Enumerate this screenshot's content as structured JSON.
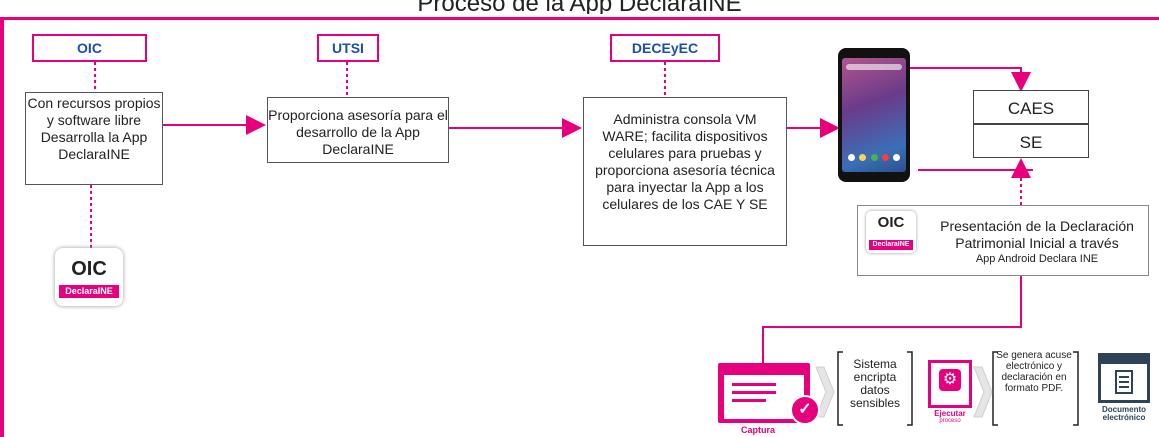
{
  "title_fragment": "Proceso de la App DeclaraINE",
  "actors": {
    "oic": "OIC",
    "utsi": "UTSI",
    "decevec": "DECEyEC"
  },
  "steps": {
    "oic": "Con recursos propios y software libre Desarrolla la App DeclaraINE",
    "utsi": "Proporciona asesoría para el desarrollo de la App DeclaraINE",
    "decevec": "Administra consola VM WARE; facilita dispositivos celulares para pruebas y proporciona asesoría técnica para inyectar la App a los celulares de los CAE Y SE"
  },
  "outputs": {
    "caes": "CAES",
    "se": "SE"
  },
  "presentation": {
    "line1": "Presentación de la Declaración Patrimonial  Inicial a través",
    "line2": "App Android   Declara INE"
  },
  "logo": {
    "brand": "OIC",
    "tag": "DeclaraINE"
  },
  "flow": {
    "sistema": "Sistema encripta datos sensibles",
    "genera": "Se genera acuse electrónico y declaración en formato PDF.",
    "captura": "Captura",
    "ejecutar": "Ejecutar",
    "proceso": "proceso",
    "documento": "Documento electrónico"
  },
  "colors": {
    "accent": "#e6007e",
    "label_text": "#1a4fb0"
  }
}
